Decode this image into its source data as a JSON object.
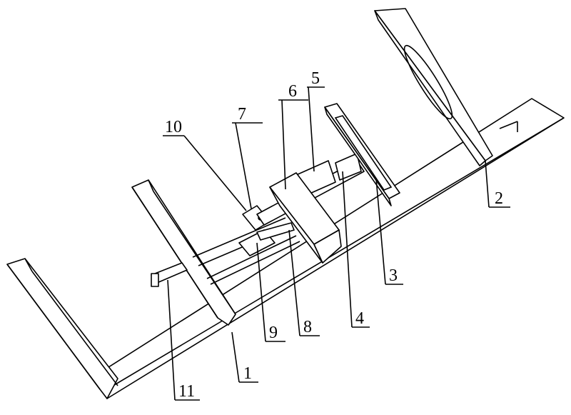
{
  "figure": {
    "labels": [
      {
        "id": "1",
        "text": "1"
      },
      {
        "id": "2",
        "text": "2"
      },
      {
        "id": "3",
        "text": "3"
      },
      {
        "id": "4",
        "text": "4"
      },
      {
        "id": "5",
        "text": "5"
      },
      {
        "id": "6",
        "text": "6"
      },
      {
        "id": "7",
        "text": "7"
      },
      {
        "id": "8",
        "text": "8"
      },
      {
        "id": "9",
        "text": "9"
      },
      {
        "id": "10",
        "text": "10"
      },
      {
        "id": "11",
        "text": "11"
      }
    ]
  }
}
